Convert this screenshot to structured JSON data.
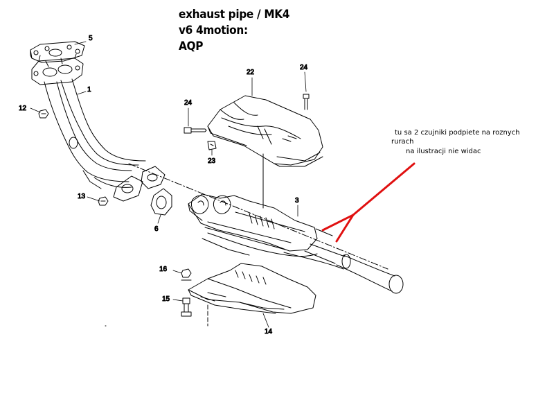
{
  "title": {
    "line1": "exhaust pipe / MK4",
    "line2": "v6 4motion:",
    "line3": "AQP"
  },
  "note": {
    "line1": "tu sa 2 czujniki podpiete na roznych",
    "line2": "rurach",
    "line3": "na ilustracji nie widac"
  },
  "callouts": {
    "c1": "1",
    "c3": "3",
    "c5": "5",
    "c6": "6",
    "c12": "12",
    "c13": "13",
    "c14": "14",
    "c15": "15",
    "c16": "16",
    "c22": "22",
    "c23": "23",
    "c24a": "24",
    "c24b": "24"
  },
  "colors": {
    "line": "#000000",
    "annotation": "#e01010",
    "background": "#ffffff"
  }
}
